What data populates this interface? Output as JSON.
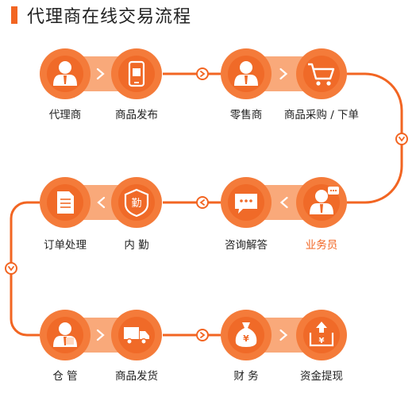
{
  "title": "代理商在线交易流程",
  "colors": {
    "accent": "#f26522",
    "node": "#f47b3a",
    "node_inner": "#f06a28",
    "pill": "#f9a97a"
  },
  "rows": [
    {
      "pair": [
        {
          "label": "代理商",
          "icon": "agent-person-icon"
        },
        {
          "label": "商品发布",
          "icon": "phone-publish-icon"
        }
      ],
      "pair2": [
        {
          "label": "零售商",
          "icon": "retailer-person-icon"
        },
        {
          "label": "商品采购 / 下单",
          "icon": "shopping-cart-icon"
        }
      ]
    },
    {
      "pair": [
        {
          "label": "订单处理",
          "icon": "document-icon"
        },
        {
          "label": "内 勤",
          "icon": "badge-icon",
          "badge_text": "勤"
        }
      ],
      "pair2": [
        {
          "label": "咨询解答",
          "icon": "chat-bubble-icon"
        },
        {
          "label": "业务员",
          "icon": "salesperson-icon",
          "highlight": true
        }
      ]
    },
    {
      "pair": [
        {
          "label": "仓 管",
          "icon": "warehouse-keeper-icon"
        },
        {
          "label": "商品发货",
          "icon": "delivery-truck-icon"
        }
      ],
      "pair2": [
        {
          "label": "财 务",
          "icon": "money-bag-icon",
          "badge_text": "¥"
        },
        {
          "label": "资金提现",
          "icon": "withdraw-box-icon",
          "badge_text": "¥"
        }
      ]
    }
  ]
}
